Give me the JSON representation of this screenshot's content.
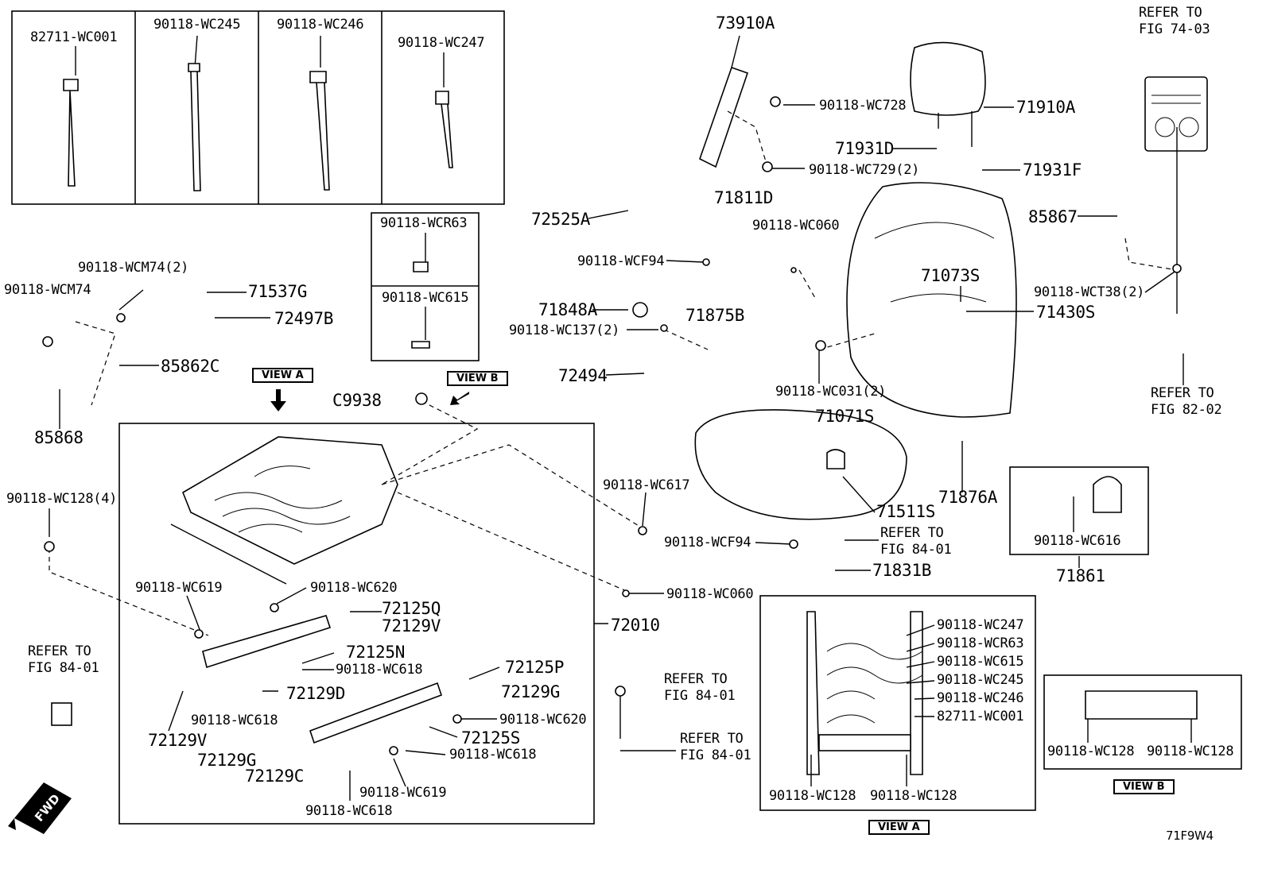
{
  "inset_parts": {
    "p1": "82711-WC001",
    "p2": "90118-WC245",
    "p3": "90118-WC246",
    "p4": "90118-WC247",
    "p5": "90118-WCR63",
    "p6": "90118-WC615"
  },
  "labels": {
    "l73910A": "73910A",
    "wc728": "90118-WC728",
    "l71910A": "71910A",
    "l71931D": "71931D",
    "wc729": "90118-WC729(2)",
    "l71931F": "71931F",
    "l72525A": "72525A",
    "l71811D": "71811D",
    "wc060a": "90118-WC060",
    "wcf94a": "90118-WCF94",
    "l71848A": "71848A",
    "l71875B": "71875B",
    "wc137": "90118-WC137(2)",
    "l72494": "72494",
    "wc031": "90118-WC031(2)",
    "l71073S": "71073S",
    "l71430S": "71430S",
    "l85867": "85867",
    "wct38": "90118-WCT38(2)",
    "ref1": "REFER TO",
    "fig1": "FIG 74-03",
    "wcm74_2": "90118-WCM74(2)",
    "wcm74": "90118-WCM74",
    "l71537G": "71537G",
    "l72497B": "72497B",
    "l85862C": "85862C",
    "l85868": "85868",
    "c9938": "C9938",
    "l71071S": "71071S",
    "l71511S": "71511S",
    "l71876A": "71876A",
    "ref2": "REFER TO",
    "fig2": "FIG 82-02",
    "wc128_4": "90118-WC128(4)",
    "wc617": "90118-WC617",
    "wcf94b": "90118-WCF94",
    "ref3": "REFER TO",
    "fig3": "FIG 84-01",
    "l71831B": "71831B",
    "wc616": "90118-WC616",
    "l71861": "71861",
    "wc060b": "90118-WC060",
    "l72010": "72010",
    "wc619a": "90118-WC619",
    "wc620a": "90118-WC620",
    "l72125Q": "72125Q",
    "l72129Va": "72129V",
    "l72125N": "72125N",
    "wc618a": "90118-WC618",
    "l72129D": "72129D",
    "wc618b": "90118-WC618",
    "l72129Vb": "72129V",
    "l72125P": "72125P",
    "l72129G": "72129G",
    "wc620b": "90118-WC620",
    "l72125S": "72125S",
    "wc618c": "90118-WC618",
    "l72129Gb": "72129G",
    "l72129C": "72129C",
    "wc619b": "90118-WC619",
    "wc618d": "90118-WC618",
    "ref4": "REFER TO",
    "fig4": "FIG 84-01",
    "ref5": "REFER TO",
    "fig5": "FIG 84-01",
    "ref6": "REFER TO",
    "fig6": "FIG 84-01",
    "va1": "90118-WC247",
    "va2": "90118-WCR63",
    "va3": "90118-WC615",
    "va4": "90118-WC245",
    "va5": "90118-WC246",
    "va6": "82711-WC001",
    "va7": "90118-WC128",
    "va8": "90118-WC128",
    "vb1": "90118-WC128",
    "vb2": "90118-WC128",
    "code": "71F9W4"
  },
  "tags": {
    "view_a_top": "VIEW A",
    "view_b_top": "VIEW B",
    "view_a_bottom": "VIEW A",
    "view_b_bottom": "VIEW B",
    "fwd": "FWD"
  }
}
